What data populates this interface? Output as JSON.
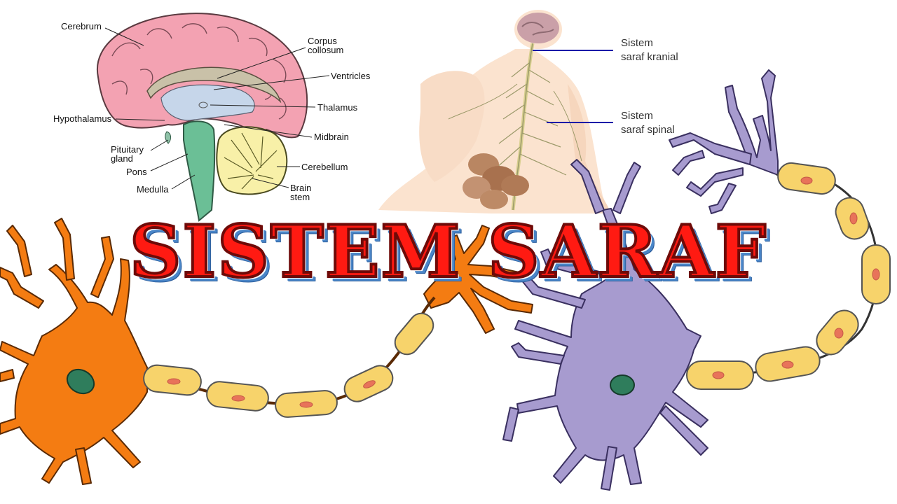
{
  "title": "SISTEM SARAF",
  "brain_labels": {
    "cerebrum": "Cerebrum",
    "corpus_line1": "Corpus",
    "corpus_line2": "collosum",
    "ventricles": "Ventricles",
    "thalamus": "Thalamus",
    "hypothalamus": "Hypothalamus",
    "midbrain": "Midbrain",
    "pituitary_line1": "Pituitary",
    "pituitary_line2": "gland",
    "pons": "Pons",
    "cerebellum": "Cerebellum",
    "medulla": "Medulla",
    "brainstem_line1": "Brain",
    "brainstem_line2": "stem"
  },
  "body_labels": {
    "cranial_line1": "Sistem",
    "cranial_line2": "saraf kranial",
    "spinal_line1": "Sistem",
    "spinal_line2": "saraf spinal"
  },
  "colors": {
    "title_red": "#ff1a12",
    "neuron_orange": "#f47c12",
    "neuron_purple": "#a79bcf",
    "myelin_yellow": "#f7d36b",
    "nucleus_green": "#2f7d5c",
    "cerebrum_pink": "#f3a2b2",
    "cerebellum_yellow": "#f8f0a8",
    "brainstem_green": "#6bbf96",
    "pointer_blue": "#1a1aa8"
  }
}
